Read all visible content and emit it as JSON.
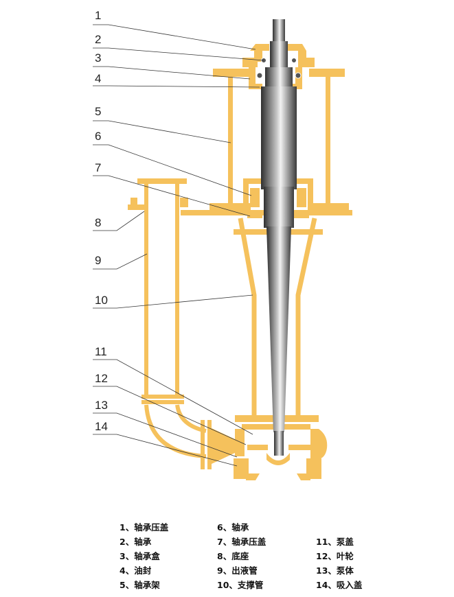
{
  "callouts": [
    "1",
    "2",
    "3",
    "4",
    "5",
    "6",
    "7",
    "8",
    "9",
    "10",
    "11",
    "12",
    "13",
    "14"
  ],
  "legend": [
    {
      "num": "1、",
      "label": "轴承压盖"
    },
    {
      "num": "2、",
      "label": "轴承"
    },
    {
      "num": "3、",
      "label": "轴承盒"
    },
    {
      "num": "4、",
      "label": "油封"
    },
    {
      "num": "5、",
      "label": "轴承架"
    },
    {
      "num": "6、",
      "label": "轴承"
    },
    {
      "num": "7、",
      "label": "轴承压盖"
    },
    {
      "num": "8、",
      "label": "底座"
    },
    {
      "num": "9、",
      "label": "出液管"
    },
    {
      "num": "10、",
      "label": "支撑管"
    },
    {
      "num": "11、",
      "label": "泵盖"
    },
    {
      "num": "12、",
      "label": "叶轮"
    },
    {
      "num": "13、",
      "label": "泵体"
    },
    {
      "num": "14、",
      "label": "吸入盖"
    }
  ],
  "colors": {
    "body": "#F5C15C",
    "shaft": "#8a8a8a"
  }
}
